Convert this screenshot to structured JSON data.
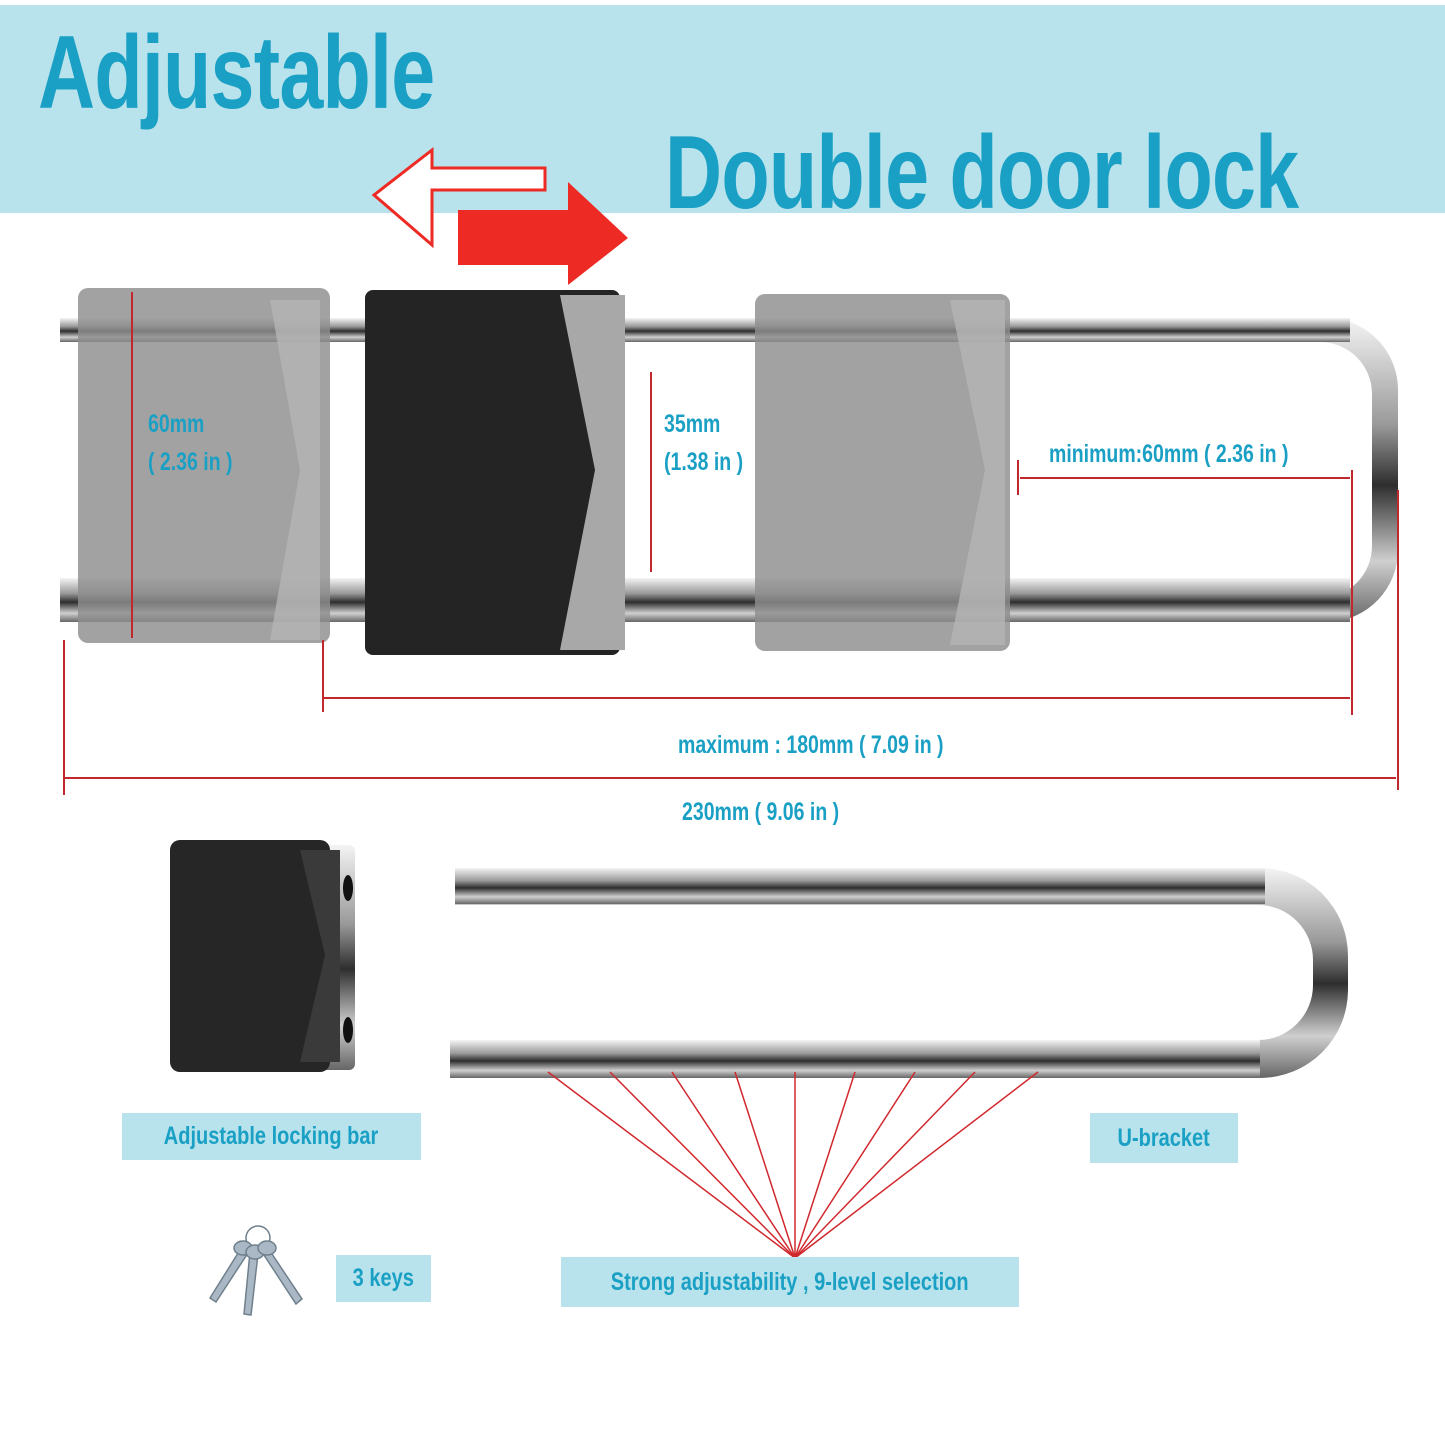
{
  "header": {
    "title_line1": "Adjustable",
    "title_line2": "Double door lock"
  },
  "dimensions": {
    "height_mm": "60mm",
    "height_in": "( 2.36 in )",
    "slot_mm": "35mm",
    "slot_in": "(1.38 in )",
    "minimum": "minimum:60mm ( 2.36 in )",
    "maximum": "maximum : 180mm ( 7.09 in )",
    "total": "230mm ( 9.06 in )"
  },
  "labels": {
    "locking_bar": "Adjustable locking bar",
    "u_bracket": "U-bracket",
    "keys": "3 keys",
    "adjustability": "Strong adjustability , 9-level selection"
  },
  "adjustment_levels": 9,
  "colors": {
    "accent": "#1aa0c4",
    "banner": "#b8e3ec",
    "dimension_line": "#c0282d",
    "arrow": "#ee2a24"
  }
}
